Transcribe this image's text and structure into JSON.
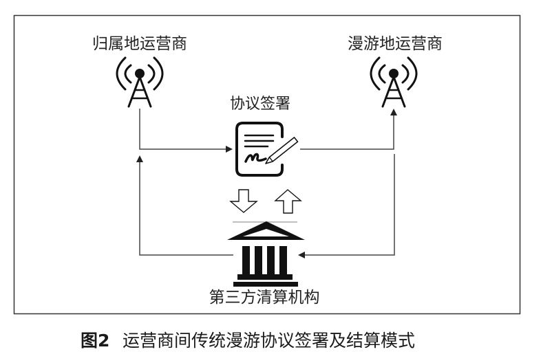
{
  "figure": {
    "caption_number": "图2",
    "caption_text": "运营商间传统漫游协议签署及结算模式"
  },
  "diagram": {
    "nodes": {
      "home_operator": {
        "label": "归属地运营商",
        "icon": "cell-tower-icon"
      },
      "roaming_operator": {
        "label": "漫游地运营商",
        "icon": "cell-tower-icon"
      },
      "agreement": {
        "label": "协议签署",
        "icon": "signed-document-icon"
      },
      "clearing_house": {
        "label": "第三方清算机构",
        "icon": "bank-building-icon"
      }
    },
    "edges": [
      {
        "from": "home_operator",
        "to": "agreement",
        "style": "solid-arrow"
      },
      {
        "from": "agreement",
        "to": "roaming_operator",
        "style": "solid-arrow"
      },
      {
        "from": "agreement",
        "to": "clearing_house",
        "style": "hollow-arrow"
      },
      {
        "from": "clearing_house",
        "to": "agreement",
        "style": "hollow-arrow"
      },
      {
        "from": "clearing_house",
        "to": "home_operator",
        "style": "solid-arrow"
      },
      {
        "from": "roaming_operator",
        "to": "clearing_house",
        "style": "solid-arrow"
      }
    ],
    "colors": {
      "ink": "#111111",
      "frame": "#333333",
      "connector": "#444444",
      "divider": "#aaaaaa"
    }
  }
}
